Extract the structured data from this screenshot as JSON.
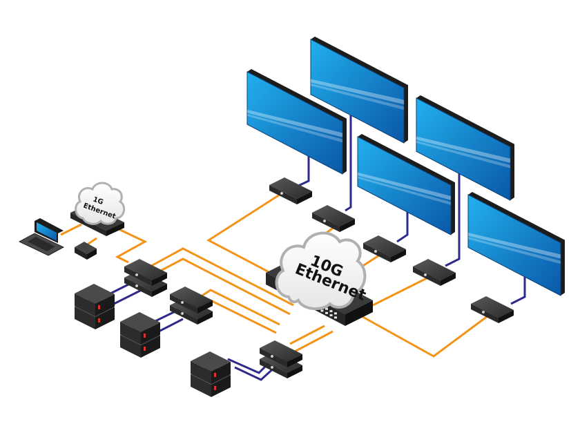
{
  "diagram": {
    "title": "AV-over-IP network topology",
    "colors": {
      "network_cable": "#f39319",
      "video_cable": "#2e2a8c",
      "screen_top": "#1ba4e6",
      "screen_bottom": "#0a5fb0",
      "bezel": "#1c1c1c",
      "device_body": "#3a3a3a",
      "cloud_fill": "#f4f4f4",
      "cloud_stroke": "#b9b9b9"
    },
    "networks": [
      {
        "id": "core",
        "label_line1": "10G",
        "label_line2": "Ethernet",
        "type": "core-switch"
      },
      {
        "id": "control",
        "label_line1": "1G",
        "label_line2": "Ethernet",
        "type": "control-switch"
      }
    ],
    "displays": [
      {
        "id": "display-1"
      },
      {
        "id": "display-2"
      },
      {
        "id": "display-3"
      },
      {
        "id": "display-4"
      },
      {
        "id": "display-5"
      }
    ],
    "receivers": [
      {
        "id": "rx-1",
        "display": "display-1"
      },
      {
        "id": "rx-2",
        "display": "display-2"
      },
      {
        "id": "rx-3",
        "display": "display-3"
      },
      {
        "id": "rx-4",
        "display": "display-4"
      },
      {
        "id": "rx-5",
        "display": "display-5"
      }
    ],
    "transmitter_groups": [
      {
        "id": "tx-group-1",
        "transmitters": 2,
        "sources": 2
      },
      {
        "id": "tx-group-2",
        "transmitters": 2,
        "sources": 2
      },
      {
        "id": "tx-group-3",
        "transmitters": 2,
        "sources": 2
      }
    ],
    "control_devices": [
      {
        "id": "laptop",
        "type": "laptop"
      },
      {
        "id": "controller",
        "type": "control-box"
      }
    ]
  }
}
